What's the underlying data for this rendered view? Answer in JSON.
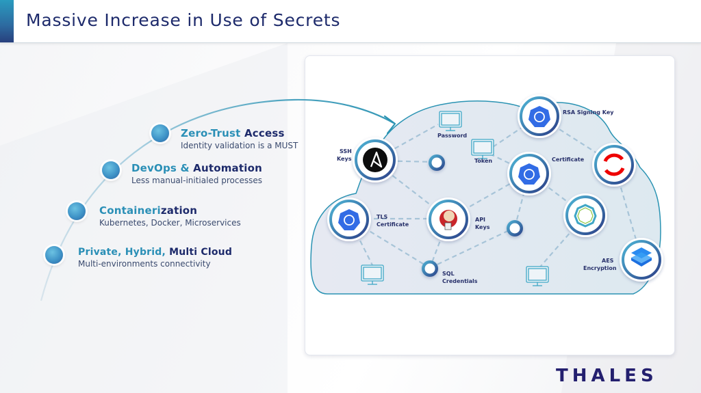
{
  "header": {
    "title": "Massive Increase in Use of Secrets",
    "accent_color": "#2d6aa0"
  },
  "trends": [
    {
      "title_part1": "Zero-Trust ",
      "title_part2": "Access",
      "subtitle": "Identity validation is a MUST"
    },
    {
      "title_part1": "DevOps & ",
      "title_part2": "Automation",
      "subtitle": "Less manual-initialed processes"
    },
    {
      "title_part1": "Containeri",
      "title_part2": "zation",
      "subtitle": "Kubernetes, Docker, Microservices"
    },
    {
      "title_part1": "Private, Hybrid, ",
      "title_part2": "Multi Cloud",
      "subtitle": "Multi-environments connectivity"
    }
  ],
  "diagram": {
    "nodes": [
      {
        "id": "ssh",
        "label": "SSH Keys",
        "label_lines": [
          "SSH",
          "Keys"
        ],
        "icon": "ansible-icon"
      },
      {
        "id": "rsa",
        "label": "RSA Signing Key",
        "label_lines": [
          "RSA Signing Key"
        ],
        "icon": "kubernetes-icon"
      },
      {
        "id": "cert",
        "label": "Certificate",
        "label_lines": [
          "Certificate"
        ],
        "icon": "kubernetes-icon"
      },
      {
        "id": "openshift",
        "label": "",
        "icon": "openshift-icon"
      },
      {
        "id": "tls",
        "label": "TLS Certificate",
        "label_lines": [
          "TLS",
          "Certificate"
        ],
        "icon": "kubernetes-icon"
      },
      {
        "id": "api",
        "label": "API Keys",
        "label_lines": [
          "API",
          "Keys"
        ],
        "icon": "jenkins-icon"
      },
      {
        "id": "octagon",
        "label": "",
        "icon": "container-platform-icon"
      },
      {
        "id": "aes",
        "label": "AES Encryption",
        "label_lines": [
          "AES",
          "Encryption"
        ],
        "icon": "layers-icon"
      },
      {
        "id": "sql",
        "label": "SQL Credentials",
        "label_lines": [
          "SQL",
          "Credentials"
        ],
        "icon": "small-node-icon"
      }
    ],
    "monitors": [
      {
        "id": "password",
        "label": "Password"
      },
      {
        "id": "token",
        "label": "Token"
      },
      {
        "id": "m3",
        "label": ""
      },
      {
        "id": "m4",
        "label": ""
      }
    ]
  },
  "brand": {
    "logo_text": "THALES"
  }
}
